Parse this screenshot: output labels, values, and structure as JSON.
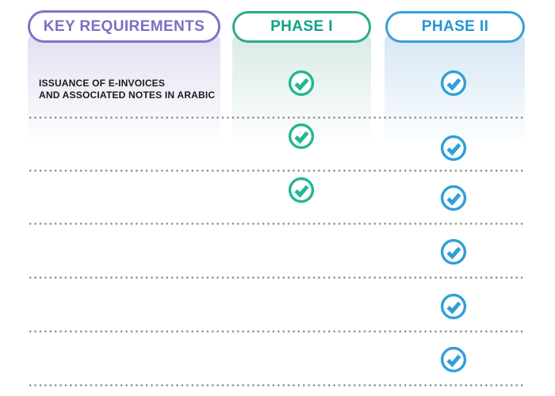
{
  "table": {
    "columns": [
      {
        "key": "key_requirements",
        "header": "KEY REQUIREMENTS",
        "accent": "#7d74c7",
        "text_color": "#7a70c4",
        "gradient_top": "#e2e0f2",
        "gradient_bottom": "#fefeff"
      },
      {
        "key": "phase_i",
        "header": "PHASE I",
        "accent": "#2baa8e",
        "text_color": "#0fa287",
        "check_color": "#22b793",
        "gradient_top": "#d9eae4",
        "gradient_bottom": "#fdfffd"
      },
      {
        "key": "phase_ii",
        "header": "PHASE II",
        "accent": "#379fd9",
        "text_color": "#2396d5",
        "check_color": "#2f9fd8",
        "gradient_top": "#d7e6f4",
        "gradient_bottom": "#fcfeff"
      }
    ],
    "rows": [
      {
        "requirement": "ISSUANCE OF E-INVOICES\nAND ASSOCIATED NOTES IN ARABIC",
        "phase_i": true,
        "phase_ii": true
      },
      {
        "requirement": "",
        "phase_i": true,
        "phase_ii": true
      },
      {
        "requirement": "",
        "phase_i": true,
        "phase_ii": true
      },
      {
        "requirement": "",
        "phase_i": false,
        "phase_ii": true
      },
      {
        "requirement": "",
        "phase_i": false,
        "phase_ii": true
      },
      {
        "requirement": "",
        "phase_i": false,
        "phase_ii": true
      }
    ],
    "icons": {
      "check": "check-circle-icon"
    },
    "separator_color": "#8a8a8a",
    "requirement_text_color": "#1b1b1b"
  }
}
